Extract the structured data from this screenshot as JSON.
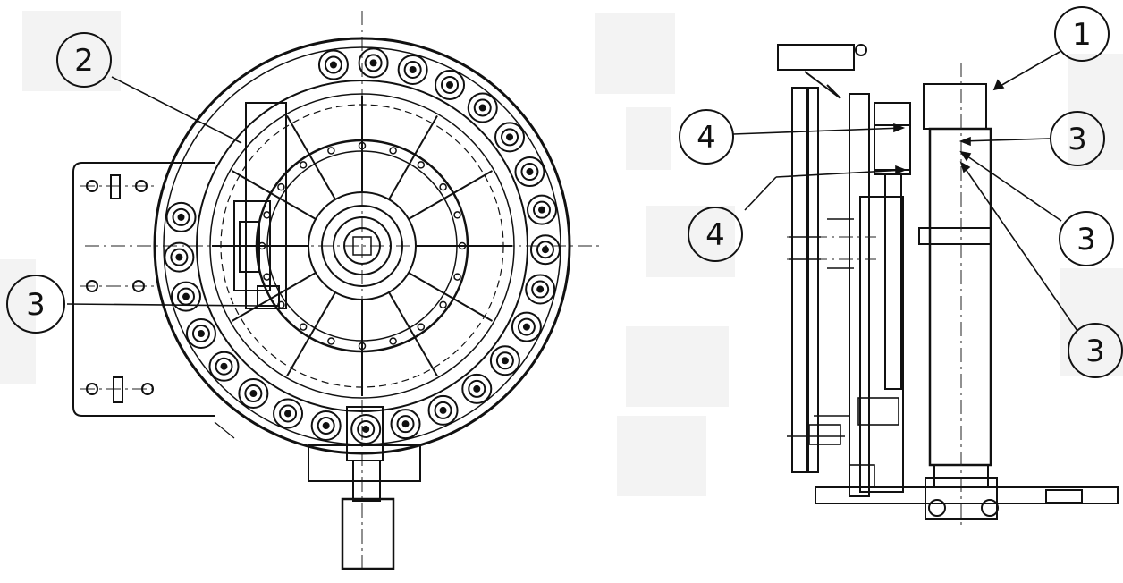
{
  "callouts": [
    {
      "id": "c1",
      "label": "1"
    },
    {
      "id": "c2",
      "label": "2"
    },
    {
      "id": "c3a",
      "label": "3"
    },
    {
      "id": "c3b",
      "label": "3"
    },
    {
      "id": "c3c",
      "label": "3"
    },
    {
      "id": "c3d",
      "label": "3"
    },
    {
      "id": "c4a",
      "label": "4"
    },
    {
      "id": "c4b",
      "label": "4"
    }
  ],
  "colors": {
    "ink": "#111111",
    "paper": "#ffffff",
    "shade": "#f2f2f2"
  },
  "views": [
    "front-view-tool-magazine",
    "side-view-tool-magazine"
  ]
}
